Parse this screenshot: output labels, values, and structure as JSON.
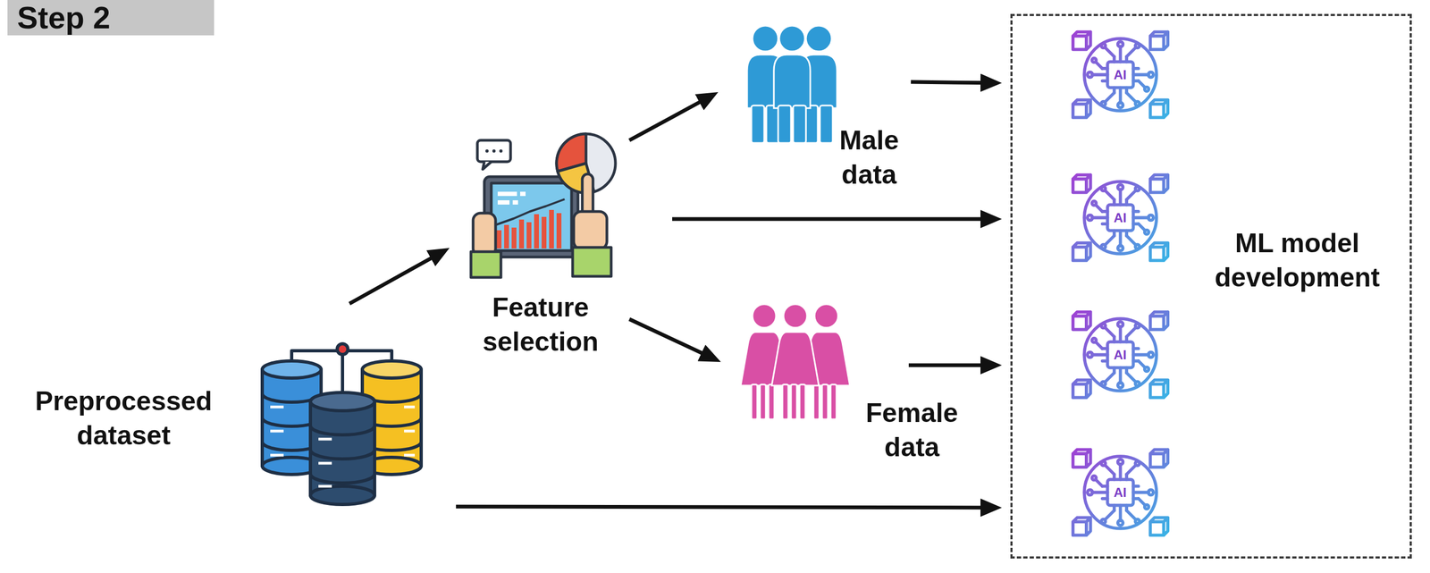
{
  "diagram": {
    "title": "Step 2",
    "nodes": [
      {
        "text": [
          "Preprocessed dataset"
        ]
      },
      {
        "text": [
          "Feature selection"
        ]
      },
      {
        "text": [
          "Male data"
        ]
      },
      {
        "text": [
          "Female data"
        ]
      },
      {
        "text": [
          "ML model development"
        ]
      }
    ],
    "edges": [
      {
        "from": 0,
        "to": 1,
        "arrow": "to"
      },
      {
        "from": 1,
        "to": 2,
        "arrow": "to"
      },
      {
        "from": 1,
        "to": 3,
        "arrow": "to"
      },
      {
        "from": 1,
        "to": 4,
        "arrow": "to"
      },
      {
        "from": 2,
        "to": 4,
        "arrow": "to"
      },
      {
        "from": 3,
        "to": 4,
        "arrow": "to"
      },
      {
        "from": 0,
        "to": 4,
        "arrow": "to"
      }
    ],
    "labels": [
      "AI",
      "AI",
      "AI",
      "AI"
    ]
  }
}
